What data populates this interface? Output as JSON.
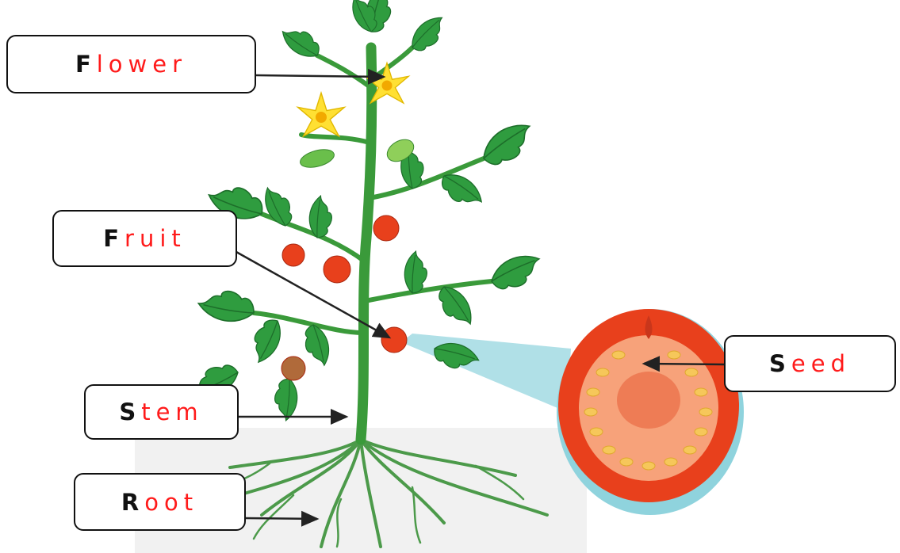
{
  "labels": {
    "flower": {
      "first": "F",
      "rest": "lower"
    },
    "fruit": {
      "first": "F",
      "rest": "ruit"
    },
    "stem": {
      "first": "S",
      "rest": "tem"
    },
    "root": {
      "first": "R",
      "rest": "oot"
    },
    "seed": {
      "first": "S",
      "rest": "eed"
    }
  },
  "colors": {
    "first_letter": "#111111",
    "rest_letters": "#ff1a1a",
    "leaf": "#2e9a3e",
    "stem": "#3a9a3a",
    "flower": "#ffe033",
    "fruit": "#e8401c",
    "tomato_flesh": "#f7a27a",
    "seed": "#f6c75a",
    "zoom_beam": "#8fd3dd"
  }
}
